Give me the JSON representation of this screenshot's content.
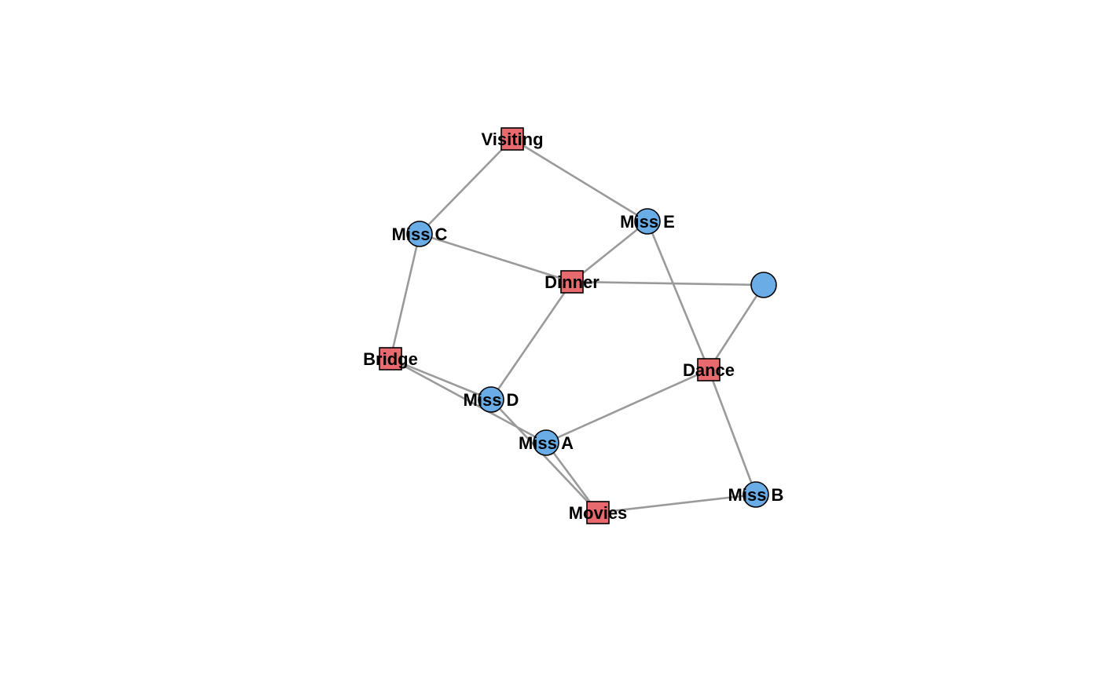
{
  "colors": {
    "person_fill": "#6aace6",
    "activity_fill": "#e86a6f",
    "edge": "#9a9a9a",
    "background": "#ffffff"
  },
  "nodes": [
    {
      "id": "visiting",
      "label": "Visiting",
      "kind": "activity"
    },
    {
      "id": "miss-c",
      "label": "Miss C",
      "kind": "person"
    },
    {
      "id": "miss-e",
      "label": "Miss E",
      "kind": "person"
    },
    {
      "id": "dinner",
      "label": "Dinner",
      "kind": "activity"
    },
    {
      "id": "unlabeled",
      "label": "",
      "kind": "person"
    },
    {
      "id": "bridge",
      "label": "Bridge",
      "kind": "activity"
    },
    {
      "id": "dance",
      "label": "Dance",
      "kind": "activity"
    },
    {
      "id": "miss-d",
      "label": "Miss D",
      "kind": "person"
    },
    {
      "id": "miss-a",
      "label": "Miss A",
      "kind": "person"
    },
    {
      "id": "movies",
      "label": "Movies",
      "kind": "activity"
    },
    {
      "id": "miss-b",
      "label": "Miss B",
      "kind": "person"
    }
  ],
  "edges": [
    [
      "visiting",
      "miss-c"
    ],
    [
      "visiting",
      "miss-e"
    ],
    [
      "miss-c",
      "dinner"
    ],
    [
      "miss-c",
      "bridge"
    ],
    [
      "miss-e",
      "dinner"
    ],
    [
      "miss-e",
      "dance"
    ],
    [
      "dinner",
      "unlabeled"
    ],
    [
      "dinner",
      "miss-d"
    ],
    [
      "unlabeled",
      "dance"
    ],
    [
      "bridge",
      "miss-d"
    ],
    [
      "bridge",
      "miss-a"
    ],
    [
      "miss-d",
      "movies"
    ],
    [
      "dance",
      "miss-a"
    ],
    [
      "dance",
      "miss-b"
    ],
    [
      "miss-a",
      "movies"
    ],
    [
      "movies",
      "miss-b"
    ]
  ]
}
